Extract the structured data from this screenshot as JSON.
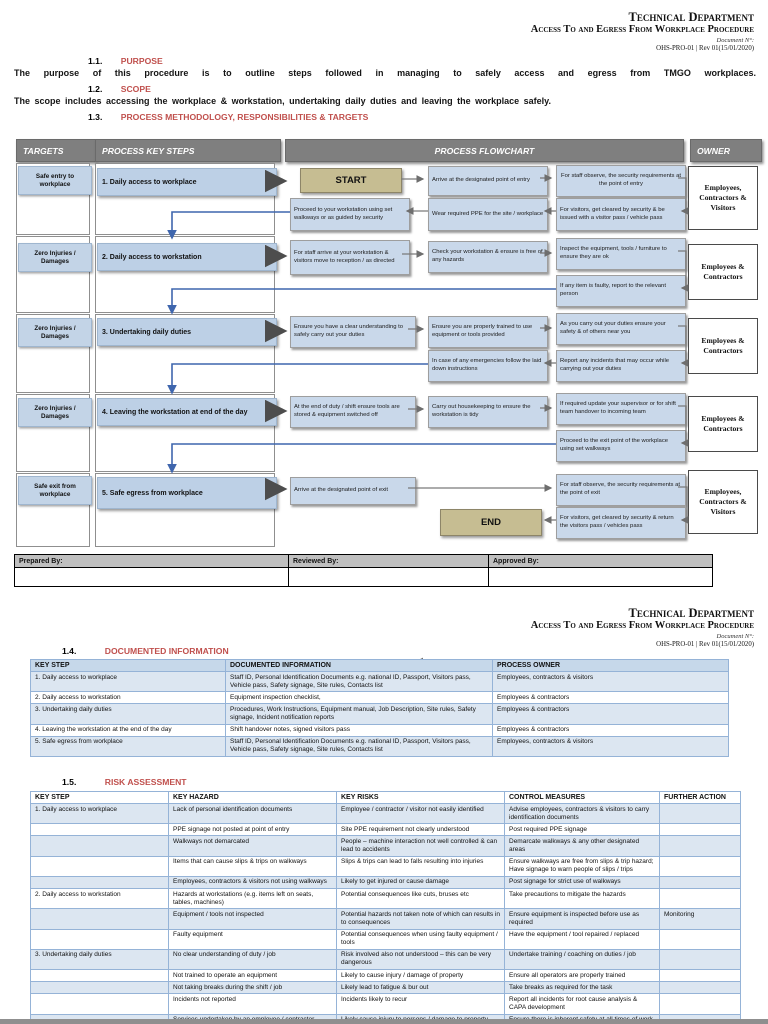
{
  "doc_header": {
    "department": "Technical Department",
    "title": "Access To and Egress From Workplace Procedure",
    "doc_label": "Document N°:",
    "doc_number": "OHS-PRO-01 | Rev 01(15/01/2020)"
  },
  "sections": {
    "purpose": {
      "number": "1.1.",
      "title": "PURPOSE",
      "body": "The purpose of this procedure is to outline steps followed in managing to safely access and egress from TMGO workplaces."
    },
    "scope": {
      "number": "1.2.",
      "title": "SCOPE",
      "body": "The scope includes accessing the workplace & workstation, undertaking daily duties and leaving the workplace safely."
    },
    "process": {
      "number": "1.3.",
      "title": "PROCESS METHODOLOGY, RESPONSIBILITIES & TARGETS"
    },
    "documented_information": {
      "number": "1.4.",
      "title": "DOCUMENTED INFORMATION"
    },
    "risk_assessment": {
      "number": "1.5.",
      "title": "RISK ASSESSMENT"
    }
  },
  "flowchart": {
    "headers": {
      "targets": "TARGETS",
      "key_steps": "PROCESS KEY STEPS",
      "flow": "PROCESS FLOWCHART",
      "owner": "OWNER"
    },
    "targets": [
      "Safe entry to workplace",
      "Zero Injuries / Damages",
      "Zero Injuries / Damages",
      "Zero Injuries / Damages",
      "Safe exit from workplace"
    ],
    "steps": [
      "1. Daily access to workplace",
      "2. Daily access to workstation",
      "3. Undertaking daily duties",
      "4. Leaving the workstation at end of the day",
      "5. Safe egress from workplace"
    ],
    "owners": [
      "Employees, Contractors & Visitors",
      "Employees & Contractors",
      "Employees & Contractors",
      "Employees & Contractors",
      "Employees, Contractors & Visitors"
    ],
    "start": "START",
    "end": "END",
    "nodes": {
      "r1a": "Arrive at the designated point of entry",
      "r1b": "For staff observe, the security requirements at the point of entry",
      "r1c": "For visitors, get cleared by security & be issued with a visitor pass / vehicle pass",
      "r1d": "Wear required PPE for the site / workplace",
      "r1e": "Proceed to your workstation using set walkways or as guided by security",
      "r2a": "For staff arrive at your workstation & visitors move to reception / as directed",
      "r2b": "Check your workstation & ensure is free of any hazards",
      "r2c": "Inspect the equipment, tools / furniture to ensure they are ok",
      "r2d": "If any item is faulty, report to the relevant person",
      "r3a": "Ensure you have a clear understanding to safely carry out your duties",
      "r3b": "Ensure you are properly trained to use equipment or tools provided",
      "r3c": "As you carry out your duties ensure your safety & of others near you",
      "r3d": "Report any incidents that may occur while carrying out your duties",
      "r3e": "In case of any emergencies follow the laid down instructions",
      "r4a": "At the end of duty / shift ensure tools are stored & equipment switched off",
      "r4b": "Carry out housekeeping to ensure the workstation is tidy",
      "r4c": "If required update your supervisor or for shift team handover to incoming team",
      "r4d": "Proceed to the exit point of the workplace using set walkways",
      "r5a": "Arrive at the designated point of exit",
      "r5b": "For staff observe, the security requirements at the point of exit",
      "r5c": "For visitors, get cleared by security & return the visitors pass / vehicles pass"
    }
  },
  "signoff": {
    "prepared": "Prepared By:",
    "reviewed": "Reviewed By:",
    "approved": "Approved By:"
  },
  "doc_info_table": {
    "headers": [
      "KEY STEP",
      "DOCUMENTED INFORMATION",
      "PROCESS OWNER"
    ],
    "rows": [
      [
        "1. Daily access to workplace",
        "Staff ID, Personal Identification Documents e.g. national ID, Passport, Visitors pass, Vehicle pass, Safety signage, Site rules, Contacts list",
        "Employees, contractors & visitors"
      ],
      [
        "2. Daily access to workstation",
        "Equipment inspection checklist,",
        "Employees & contractors"
      ],
      [
        "3. Undertaking daily duties",
        "Procedures, Work Instructions, Equipment manual, Job Description, Site rules, Safety signage, Incident notification reports",
        "Employees & contractors"
      ],
      [
        "4. Leaving the workstation at the end of the day",
        "Shift handover notes, signed visitors pass",
        "Employees & contractors"
      ],
      [
        "5. Safe egress from workplace",
        "Staff ID, Personal Identification Documents e.g. national ID, Passport, Visitors pass, Vehicle pass, Safety signage, Site rules, Contacts list",
        "Employees, contractors & visitors"
      ]
    ]
  },
  "risk_table": {
    "headers": [
      "KEY STEP",
      "KEY HAZARD",
      "KEY RISKS",
      "CONTROL MEASURES",
      "FURTHER ACTION"
    ],
    "rows": [
      [
        "1. Daily access to workplace",
        "Lack of personal identification documents",
        "Employee / contractor / visitor not easily identified",
        "Advise employees, contractors & visitors to carry identification documents",
        ""
      ],
      [
        "",
        "PPE signage not posted at point of entry",
        "Site PPE requirement not clearly understood",
        "Post required PPE signage",
        ""
      ],
      [
        "",
        "Walkways not demarcated",
        "People – machine interaction not well controlled & can lead to accidents",
        "Demarcate walkways & any other designated areas",
        ""
      ],
      [
        "",
        "Items that can cause slips & trips on walkways",
        "Slips & trips can lead to falls resulting into injuries",
        "Ensure walkways are free from slips & trip hazard; Have signage to warn people of slips / trips",
        ""
      ],
      [
        "",
        "Employees, contractors & visitors not using walkways",
        "Likely to get injured or cause damage",
        "Post signage for strict use of walkways",
        ""
      ],
      [
        "2. Daily access to workstation",
        "Hazards at workstations (e.g. items left on seats, tables, machines)",
        "Potential consequences like cuts, bruses etc",
        "Take precautions to mitigate the hazards",
        ""
      ],
      [
        "",
        "Equipment / tools not inspected",
        "Potential hazards not taken note of which can results in to consequences",
        "Ensure equipment is inspected before use as required",
        "Monitoring"
      ],
      [
        "",
        "Faulty equipment",
        "Potential consequences when using faulty equipment / tools",
        "Have the equipment / tool repaired / replaced",
        ""
      ],
      [
        "3. Undertaking daily duties",
        "No clear understanding of duty / job",
        "Risk involved also not understood – this can be very dangerous",
        "Undertake training / coaching on duties / job",
        ""
      ],
      [
        "",
        "Not trained to operate an equipment",
        "Likely to cause injury / damage of property",
        "Ensure all operators are properly trained",
        ""
      ],
      [
        "",
        "Not taking breaks during the shift / job",
        "Likely lead to fatigue & bur out",
        "Take breaks as required for the task",
        ""
      ],
      [
        "",
        "Incidents not reported",
        "Incidents likely to recur",
        "Report all incidents for root cause analysis & CAPA development",
        ""
      ],
      [
        "",
        "Services undertaken by an employee / contractor",
        "Likely cause injury to persons / damage to property",
        "Ensure there is inherent safety at all times of work",
        ""
      ]
    ]
  },
  "colors": {
    "accent_red": "#C0504D",
    "header_gray": "#7F7F7F",
    "flow_blue": "#C9D8EA",
    "step_blue": "#BDD0E6",
    "band_blue": "#DCE6F1",
    "startend_tan": "#C6BD92",
    "connector_blue": "#3F66AD",
    "connector_gray": "#7A7A7A"
  }
}
